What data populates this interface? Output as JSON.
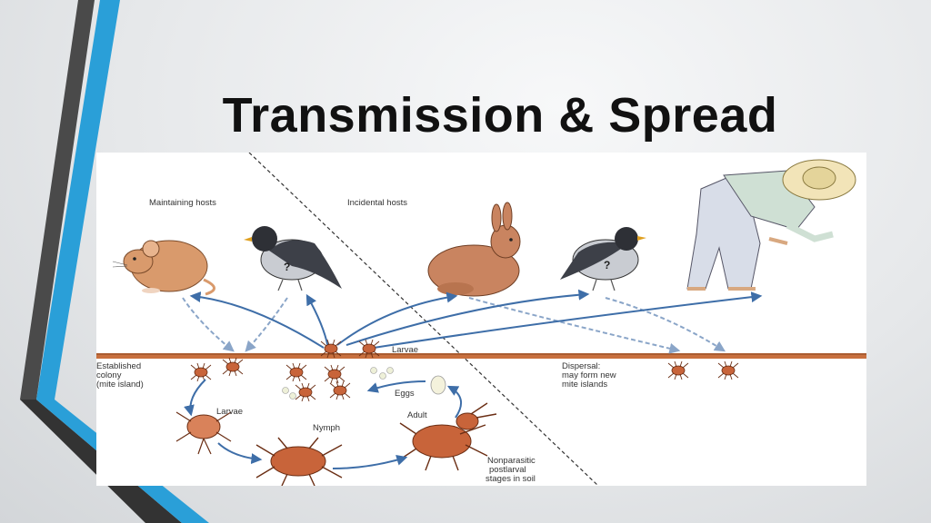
{
  "slide": {
    "title": "Transmission & Spread"
  },
  "diagram": {
    "labels": {
      "maintaining_hosts": "Maintaining hosts",
      "incidental_hosts": "Incidental hosts",
      "larvae_top": "Larvae",
      "established_colony": [
        "Established",
        "colony",
        "(mite island)"
      ],
      "larvae_cycle": "Larvae",
      "nymph": "Nymph",
      "adult": "Adult",
      "eggs": "Eggs",
      "dispersal": [
        "Dispersal:",
        "may form new",
        "mite islands"
      ],
      "nonparasitic": [
        "Nonparasitic",
        "postlarval",
        "stages in soil"
      ]
    },
    "host_marks": {
      "bird_question": "?"
    }
  },
  "colors": {
    "accent_blue": "#2a9fd8",
    "accent_dark": "#3a3a3a",
    "arrow_blue": "#3e6ea8",
    "dashed_arrow": "#8aa5c8",
    "soil_line": "#c8703e",
    "mite": "#c8643a"
  }
}
